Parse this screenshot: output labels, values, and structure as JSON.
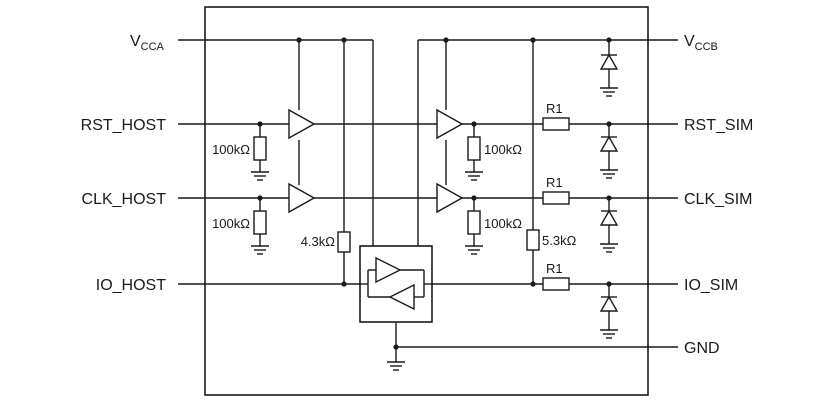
{
  "pins_left": {
    "vcc_a": {
      "main": "V",
      "sub": "CCA"
    },
    "rst": "RST_HOST",
    "clk": "CLK_HOST",
    "io": "IO_HOST"
  },
  "pins_right": {
    "vcc_b": {
      "main": "V",
      "sub": "CCB"
    },
    "rst": "RST_SIM",
    "clk": "CLK_SIM",
    "io": "IO_SIM",
    "gnd": "GND"
  },
  "resistors": {
    "pulldown_rst_host": "100kΩ",
    "pulldown_clk_host": "100kΩ",
    "pullup_io_host": "4.3kΩ",
    "pulldown_rst_sim": "100kΩ",
    "pulldown_clk_sim": "100kΩ",
    "pullup_io_sim": "5.3kΩ",
    "series_rst": "R1",
    "series_clk": "R1",
    "series_io": "R1"
  }
}
